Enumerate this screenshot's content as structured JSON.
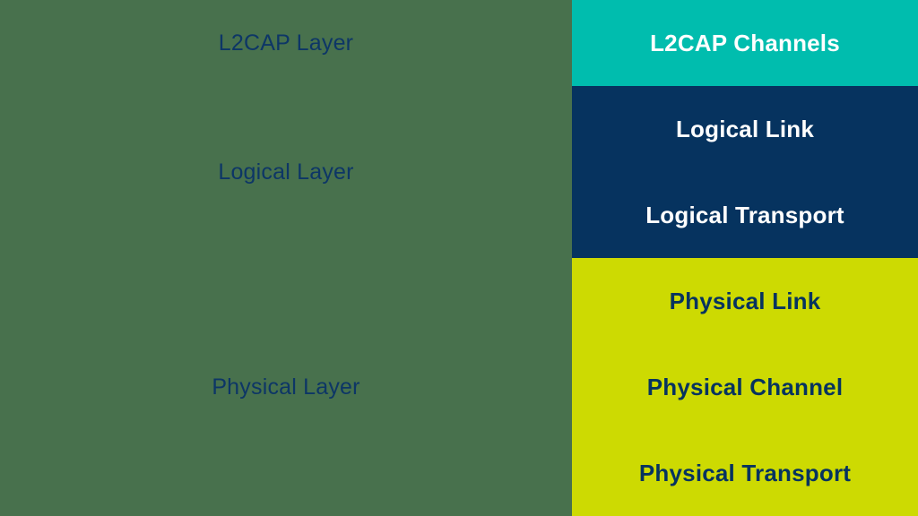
{
  "colors": {
    "canvas_green": "#48714d",
    "teal_block": "#00bdae",
    "navy_block": "#06335f",
    "yellow_green_block": "#cdda02",
    "layer_label_navy": "#0d3666",
    "block_text_white": "#ffffff",
    "block_text_navy": "#06335f"
  },
  "layers": [
    {
      "label": "L2CAP Layer",
      "block_color": "#00bdae",
      "items": [
        "L2CAP Channels"
      ]
    },
    {
      "label": "Logical Layer",
      "block_color": "#06335f",
      "items": [
        "Logical Link",
        "Logical Transport"
      ]
    },
    {
      "label": "Physical Layer",
      "block_color": "#cdda02",
      "items": [
        "Physical Link",
        "Physical Channel",
        "Physical Transport"
      ]
    }
  ]
}
